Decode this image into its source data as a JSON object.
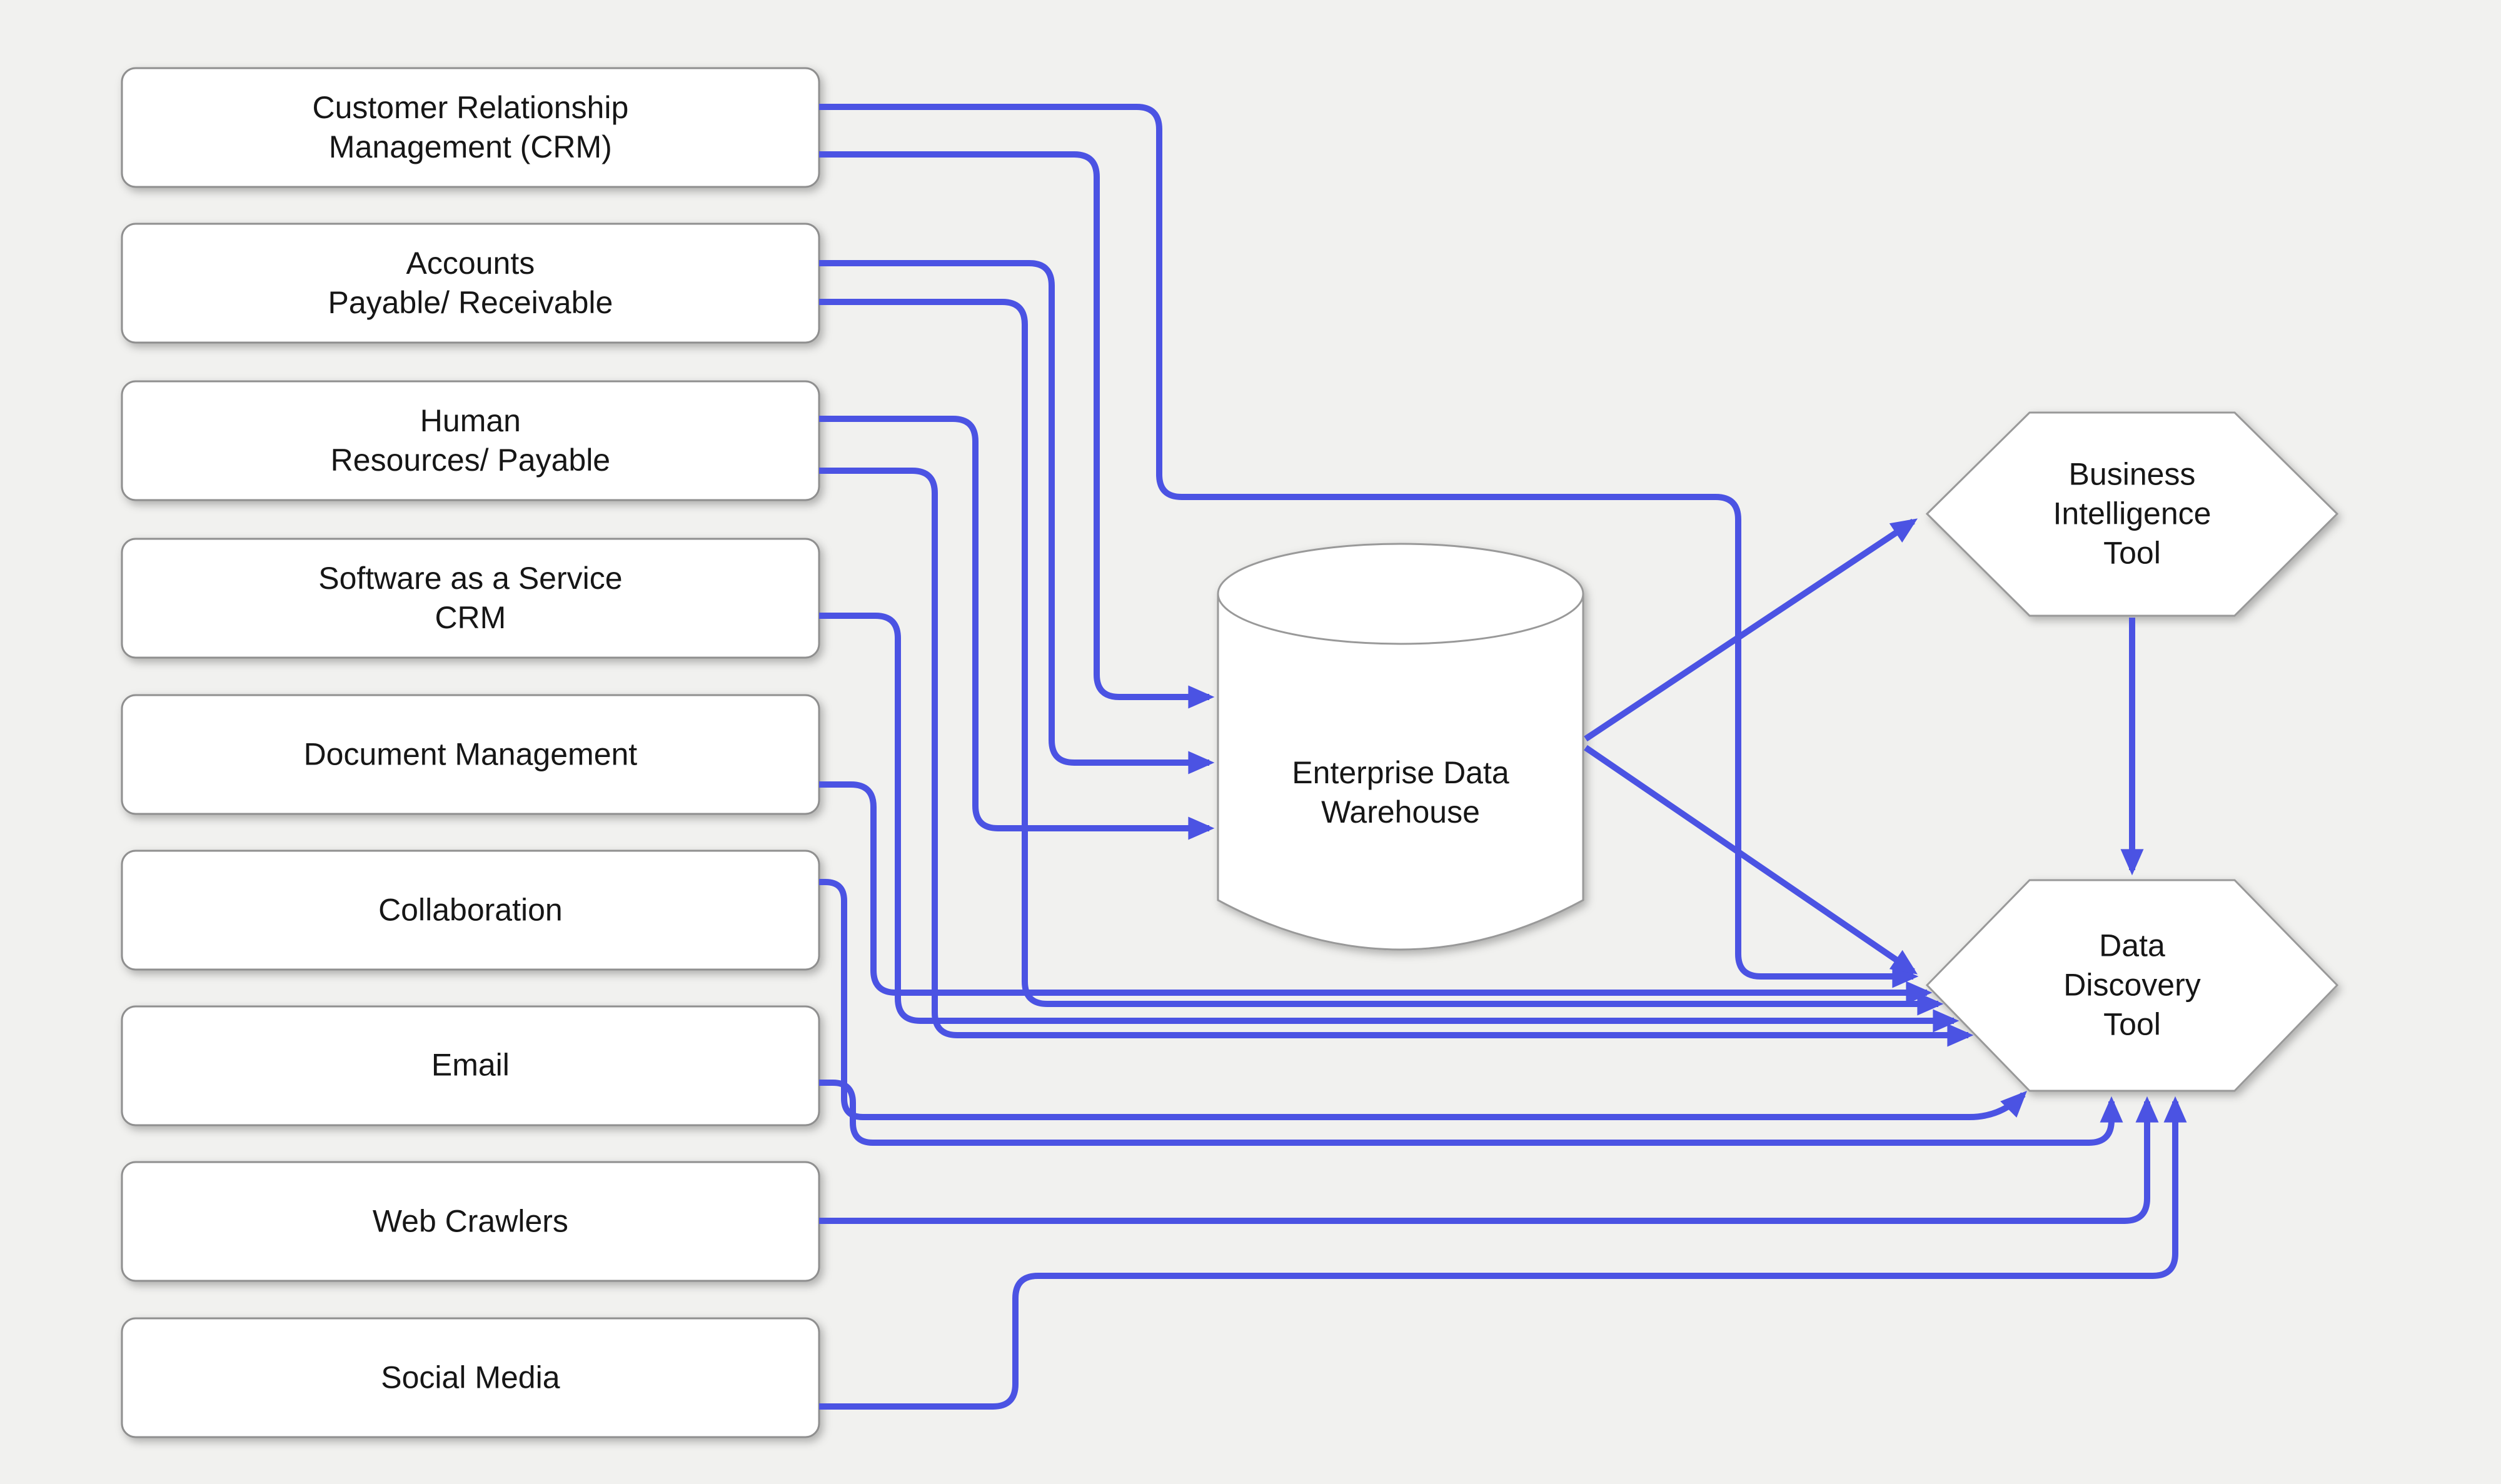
{
  "diagram": {
    "title": "Enterprise data flow diagram",
    "colors": {
      "background": "#f1f1ef",
      "edge": "#4b53e3",
      "node_fill": "#ffffff",
      "node_border": "#8f8f8f",
      "text": "#161616"
    },
    "sources": [
      {
        "id": "customer-relationship-management",
        "label": "Customer Relationship\nManagement (CRM)"
      },
      {
        "id": "accounts-payable-receivable",
        "label": "Accounts\nPayable/ Receivable"
      },
      {
        "id": "human-resources-payable",
        "label": "Human\nResources/ Payable"
      },
      {
        "id": "software-as-a-service-crm",
        "label": "Software as a Service\nCRM"
      },
      {
        "id": "document-management",
        "label": "Document Management"
      },
      {
        "id": "collaboration",
        "label": "Collaboration"
      },
      {
        "id": "email",
        "label": "Email"
      },
      {
        "id": "web-crawlers",
        "label": "Web Crawlers"
      },
      {
        "id": "social-media",
        "label": "Social Media"
      }
    ],
    "warehouse": {
      "id": "enterprise-data-warehouse",
      "label": "Enterprise Data\nWarehouse",
      "shape": "cylinder"
    },
    "bi_tool": {
      "id": "business-intelligence-tool",
      "label": "Business\nIntelligence\nTool",
      "shape": "hexagon"
    },
    "discovery_tool": {
      "id": "data-discovery-tool",
      "label": "Data\nDiscovery\nTool",
      "shape": "hexagon"
    },
    "edges": [
      {
        "from": "customer-relationship-management",
        "to": "data-discovery-tool"
      },
      {
        "from": "customer-relationship-management",
        "to": "enterprise-data-warehouse"
      },
      {
        "from": "accounts-payable-receivable",
        "to": "enterprise-data-warehouse"
      },
      {
        "from": "accounts-payable-receivable",
        "to": "data-discovery-tool"
      },
      {
        "from": "human-resources-payable",
        "to": "enterprise-data-warehouse"
      },
      {
        "from": "human-resources-payable",
        "to": "data-discovery-tool"
      },
      {
        "from": "software-as-a-service-crm",
        "to": "data-discovery-tool"
      },
      {
        "from": "document-management",
        "to": "data-discovery-tool"
      },
      {
        "from": "collaboration",
        "to": "data-discovery-tool"
      },
      {
        "from": "email",
        "to": "data-discovery-tool"
      },
      {
        "from": "web-crawlers",
        "to": "data-discovery-tool"
      },
      {
        "from": "social-media",
        "to": "data-discovery-tool"
      },
      {
        "from": "enterprise-data-warehouse",
        "to": "business-intelligence-tool"
      },
      {
        "from": "enterprise-data-warehouse",
        "to": "data-discovery-tool"
      },
      {
        "from": "business-intelligence-tool",
        "to": "data-discovery-tool"
      }
    ]
  }
}
